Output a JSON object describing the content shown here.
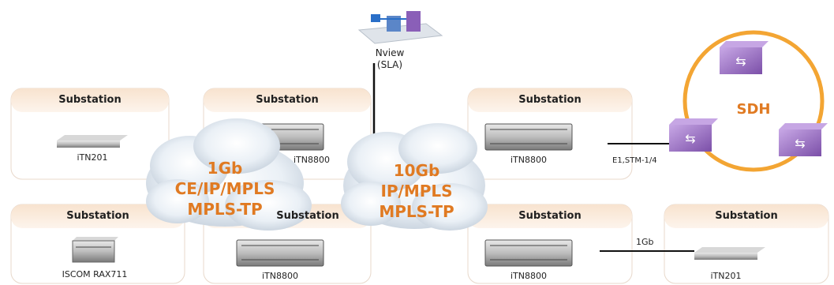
{
  "substations": [
    {
      "title": "Substation",
      "device": "iTN201"
    },
    {
      "title": "Substation",
      "device": "iTN8800"
    },
    {
      "title": "Substation",
      "device": "iTN8800"
    },
    {
      "title": "Substation",
      "device": "ISCOM RAX711"
    },
    {
      "title": "Substation",
      "device": "iTN8800"
    },
    {
      "title": "Substation",
      "device": "iTN8800"
    },
    {
      "title": "Substation",
      "device": "iTN201"
    }
  ],
  "clouds": [
    {
      "line1": "1Gb",
      "line2": "CE/IP/MPLS",
      "line3": "MPLS-TP"
    },
    {
      "line1": "10Gb",
      "line2": "IP/MPLS",
      "line3": "MPLS-TP"
    }
  ],
  "nview": {
    "line1": "Nview",
    "line2": "(SLA)"
  },
  "sdh": {
    "label": "SDH"
  },
  "links": {
    "e1_label": "E1,STM-1/4",
    "gb_label": "1Gb"
  },
  "colors": {
    "accent": "#e07a22",
    "ring": "#f3a533",
    "box_band": "#f8e6d6",
    "router": "#9a6fc1"
  }
}
